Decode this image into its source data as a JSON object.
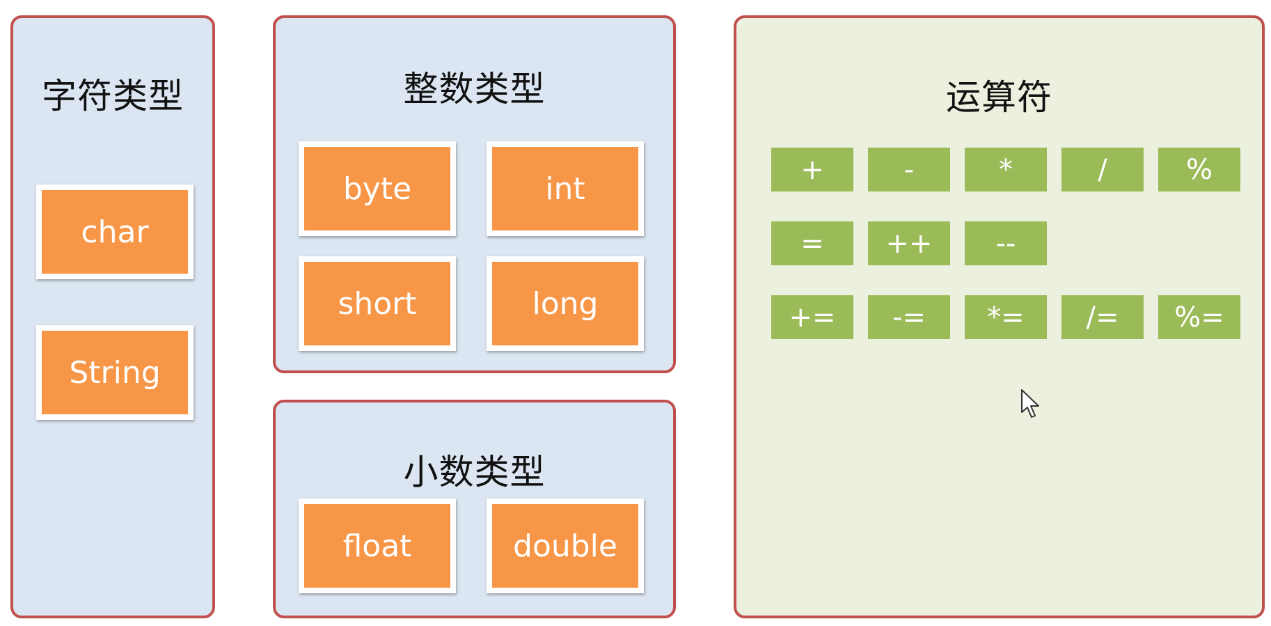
{
  "panels": {
    "char_types": {
      "title": "字符类型",
      "items": [
        "char",
        "String"
      ]
    },
    "integer_types": {
      "title": "整数类型",
      "items": [
        "byte",
        "int",
        "short",
        "long"
      ]
    },
    "decimal_types": {
      "title": "小数类型",
      "items": [
        "float",
        "double"
      ]
    },
    "operators": {
      "title": "运算符",
      "rows": [
        [
          "+",
          "-",
          "*",
          "/",
          "%"
        ],
        [
          "=",
          "++",
          "--"
        ],
        [
          "+=",
          "-=",
          "*=",
          "/=",
          "%="
        ]
      ]
    }
  },
  "colors": {
    "panel_border": "#c0504d",
    "panel_blue": "#dce6f2",
    "panel_green": "#ebf1de",
    "type_box": "#f79646",
    "operator_box": "#9bbb59"
  }
}
